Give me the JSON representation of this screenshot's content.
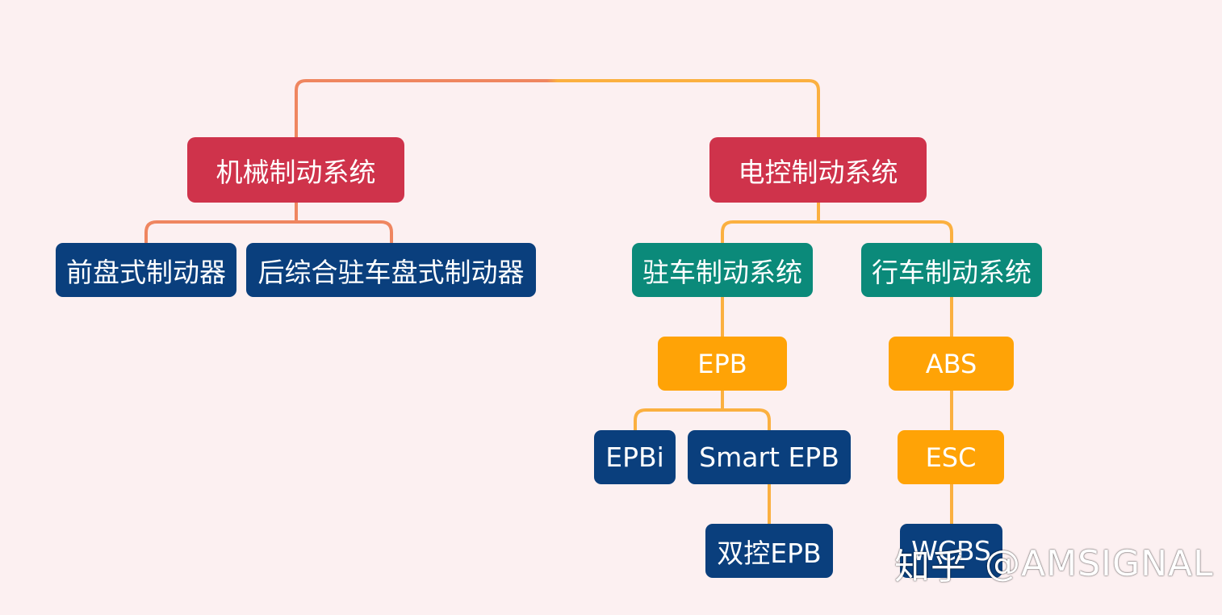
{
  "colors": {
    "background": "#fcf0f1",
    "level1_node": "#cf334b",
    "level2_node": "#0b8a7a",
    "leaf_node": "#0a3f7d",
    "orange_node": "#ffa306",
    "connector_left": "#ef8660",
    "connector_right": "#fbb040"
  },
  "nodes": {
    "mechanical": "机械制动系统",
    "electronic": "电控制动系统",
    "front_disc": "前盘式制动器",
    "rear_disc": "后综合驻车盘式制动器",
    "parking": "驻车制动系统",
    "service": "行车制动系统",
    "epb": "EPB",
    "abs": "ABS",
    "epbi": "EPBi",
    "smart_epb": "Smart EPB",
    "esc": "ESC",
    "dual_epb": "双控EPB",
    "wcbs": "WCBS"
  },
  "watermark": {
    "site": "知乎",
    "handle": "@AMSIGNAL"
  }
}
